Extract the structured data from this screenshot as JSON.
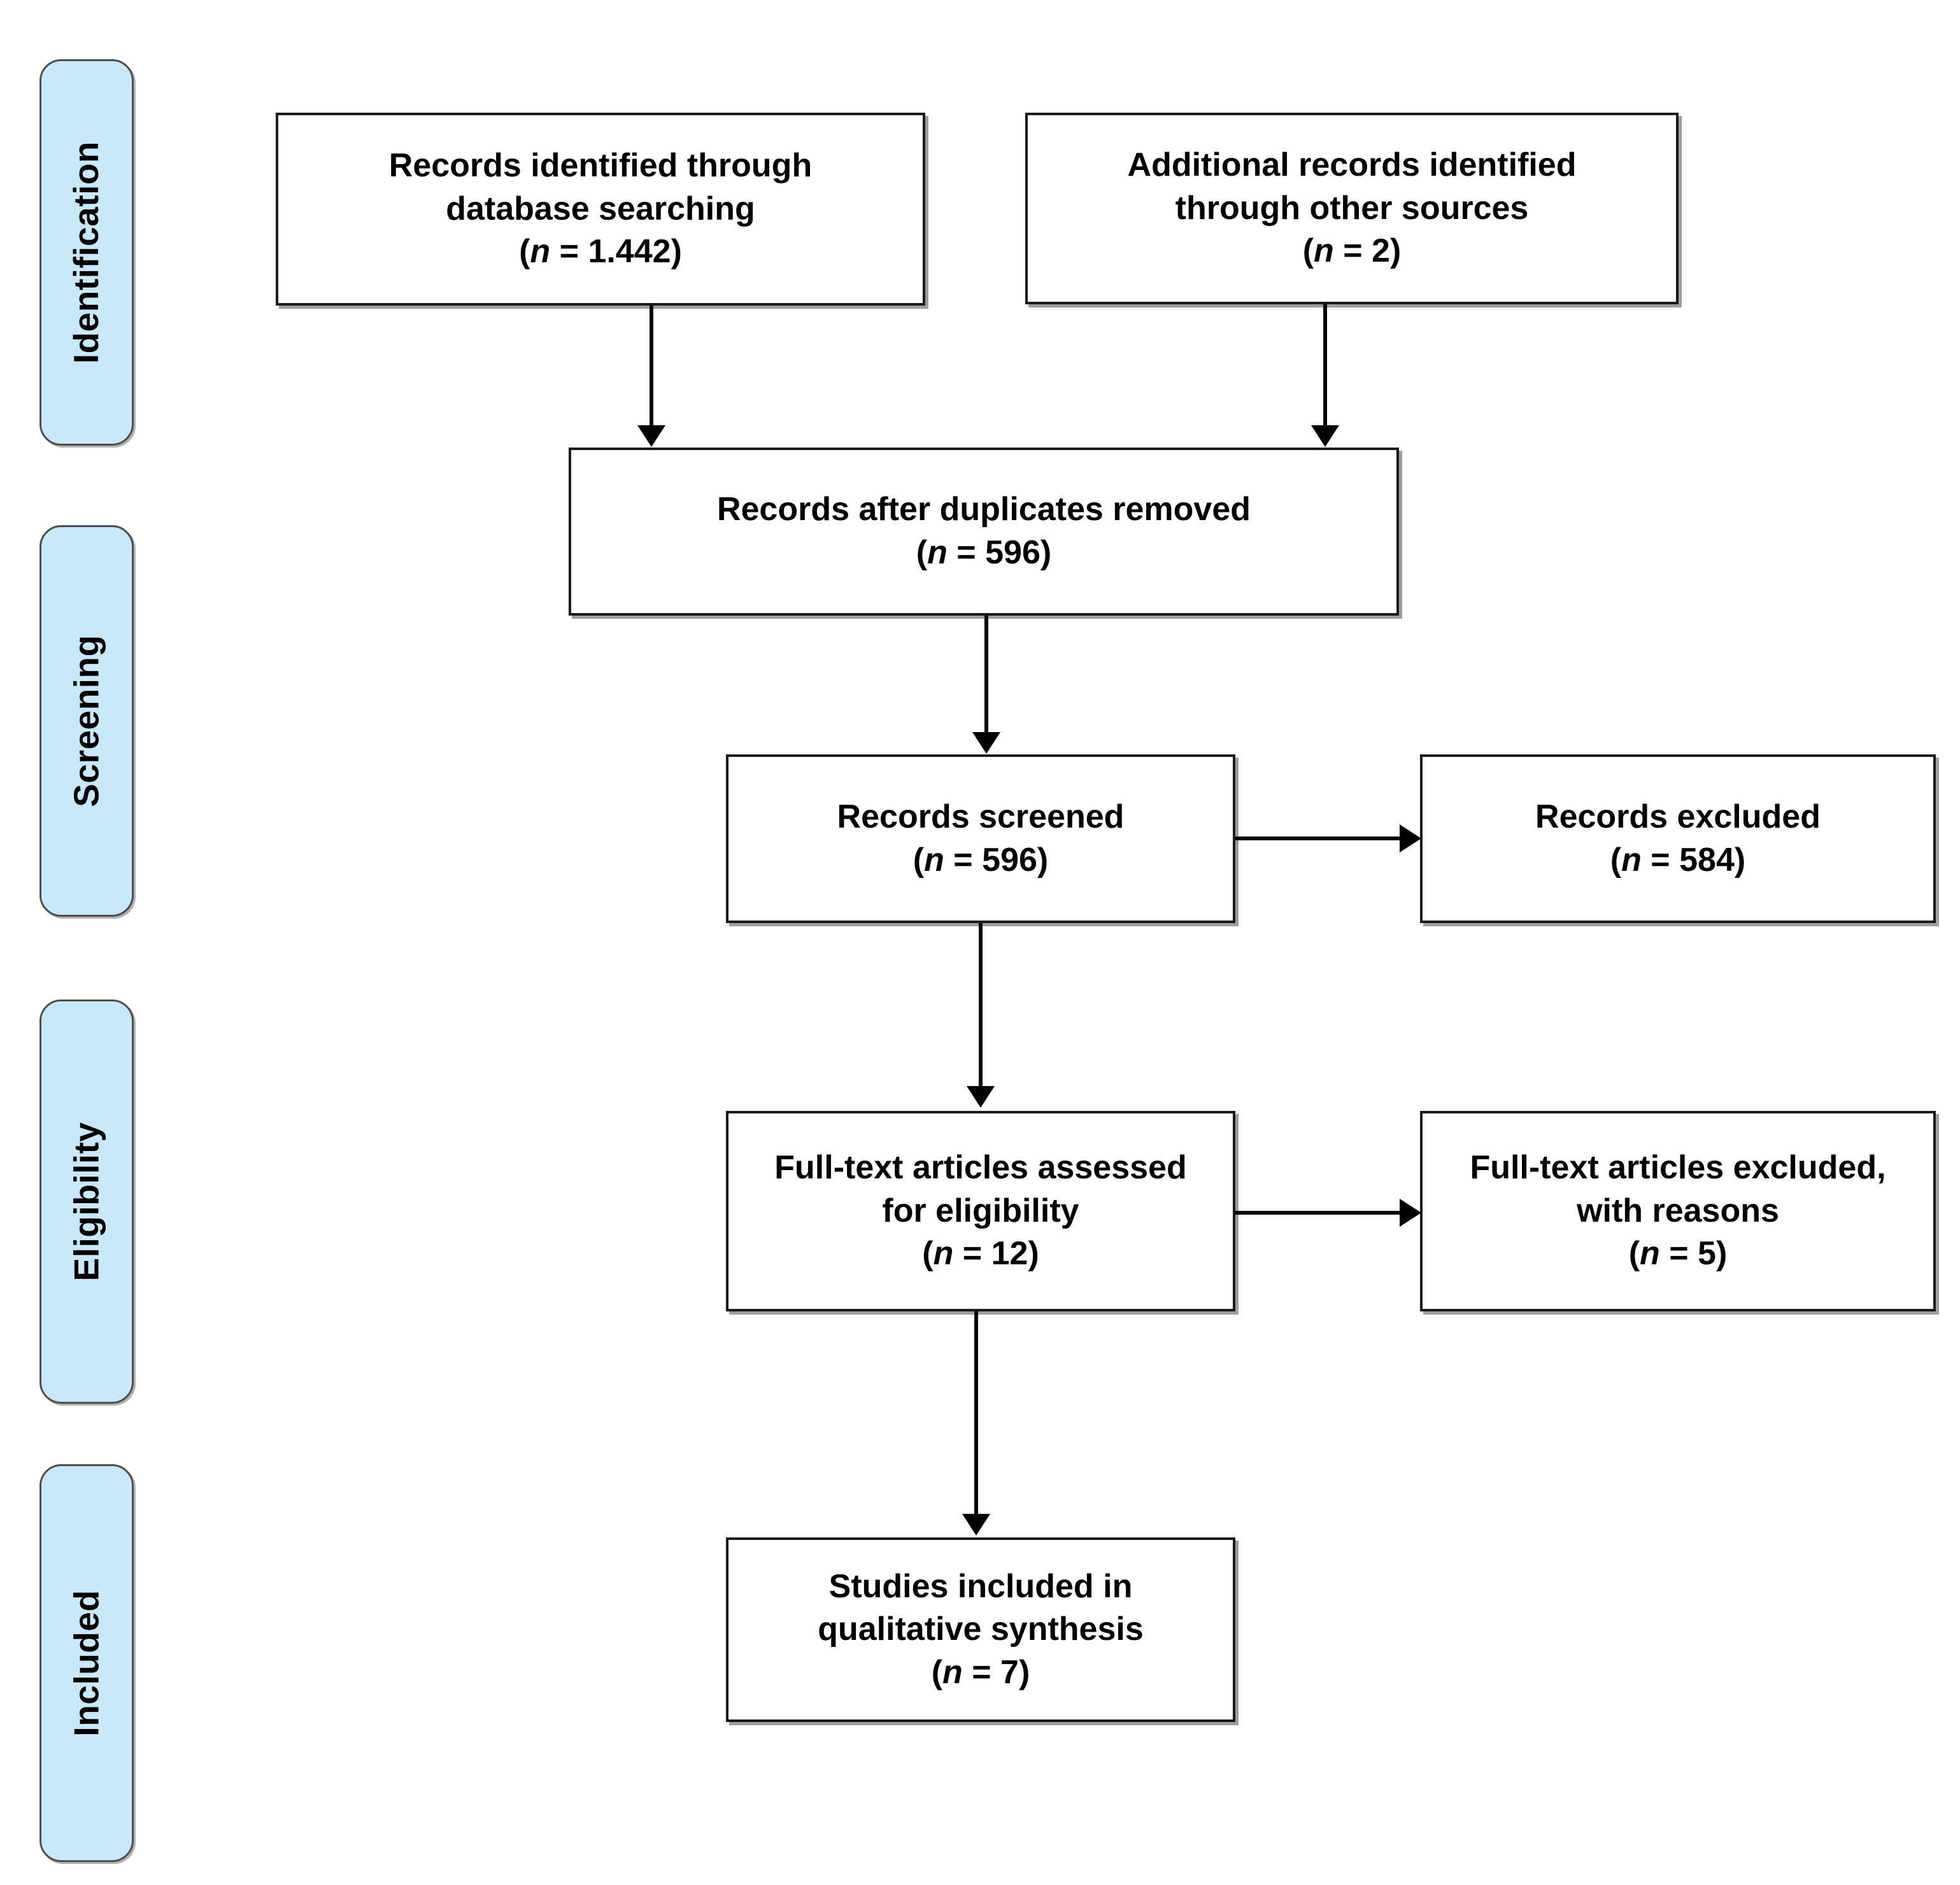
{
  "diagram": {
    "type": "prisma-flow-diagram",
    "title": "PRISMA flow diagram",
    "accent_color": "#cbe8fb",
    "border_color": "#1a1a1a",
    "stage_border_color": "#4d4d4d",
    "background_color": "#ffffff"
  },
  "stages": [
    {
      "id": "identification",
      "label": "Identification"
    },
    {
      "id": "screening",
      "label": "Screening"
    },
    {
      "id": "eligibility",
      "label": "Eligibility"
    },
    {
      "id": "included",
      "label": "Included"
    }
  ],
  "boxes": {
    "database_search": {
      "line1": "Records identified through",
      "line2": "database searching",
      "count_prefix": "(",
      "count_symbol": "n",
      "count_equals": " =  ",
      "count_value": "1.442",
      "count_suffix": ")",
      "n": 1442
    },
    "other_sources": {
      "line1": "Additional records identified",
      "line2": "through other sources",
      "count_prefix": "(",
      "count_symbol": "n",
      "count_equals": " =  ",
      "count_value": "2",
      "count_suffix": ")",
      "n": 2
    },
    "duplicates_removed": {
      "line1": "Records after duplicates removed",
      "count_prefix": "(",
      "count_symbol": "n",
      "count_equals": " = ",
      "count_value": "596",
      "count_suffix": ")",
      "n": 596
    },
    "records_screened": {
      "line1": "Records screened",
      "count_prefix": "(",
      "count_symbol": "n",
      "count_equals": " = ",
      "count_value": "596",
      "count_suffix": ")",
      "n": 596
    },
    "records_excluded": {
      "line1": "Records excluded",
      "count_prefix": "(",
      "count_symbol": "n",
      "count_equals": " = ",
      "count_value": "584",
      "count_suffix": ")",
      "n": 584
    },
    "fulltext_assessed": {
      "line1": "Full-text articles assessed",
      "line2": "for eligibility",
      "count_prefix": "(",
      "count_symbol": "n",
      "count_equals": " = ",
      "count_value": "12",
      "count_suffix": ")",
      "n": 12
    },
    "fulltext_excluded": {
      "line1": "Full-text articles excluded,",
      "line2": "with reasons",
      "count_prefix": "(",
      "count_symbol": "n",
      "count_equals": " = ",
      "count_value": "5",
      "count_suffix": ")",
      "n": 5
    },
    "studies_included": {
      "line1": "Studies included in",
      "line2": "qualitative synthesis",
      "count_prefix": "(",
      "count_symbol": "n",
      "count_equals": " = ",
      "count_value": "7",
      "count_suffix": ")",
      "n": 7
    }
  }
}
